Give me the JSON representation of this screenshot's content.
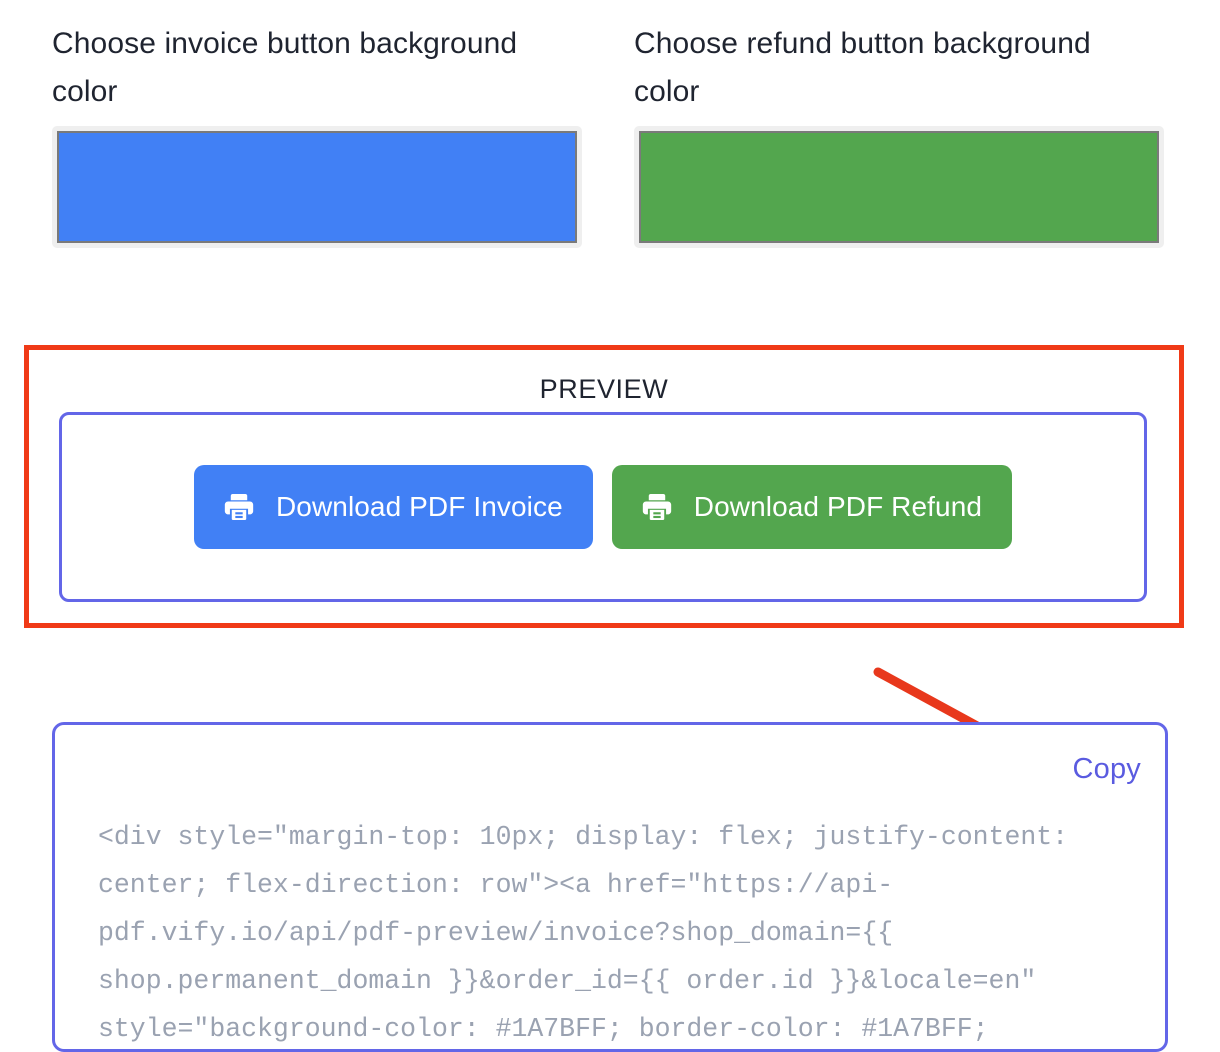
{
  "pickers": [
    {
      "label": "Choose invoice button background color",
      "swatch_color": "#4180F5",
      "frame_color": "#EFEFEF",
      "swatch_border": "#7A7A7A"
    },
    {
      "label": "Choose refund button background color",
      "swatch_color": "#53A64E",
      "frame_color": "#EFEFEF",
      "swatch_border": "#7A7A7A"
    }
  ],
  "preview": {
    "title": "PREVIEW",
    "highlight_color": "#F03A17",
    "panel_border_color": "#6366E8",
    "buttons": [
      {
        "label": "Download PDF Invoice",
        "icon": "printer-icon",
        "background": "#4180F5"
      },
      {
        "label": "Download PDF Refund",
        "icon": "printer-icon",
        "background": "#53A64E"
      }
    ]
  },
  "annotation": {
    "arrow_color": "#E8381C"
  },
  "code_block": {
    "copy_label": "Copy",
    "copy_color": "#5A5BE0",
    "border_color": "#6366E8",
    "text_color": "#9AA2B1",
    "snippet": "<div style=\"margin-top: 10px; display: flex; justify-content: center; flex-direction: row\"><a href=\"https://api-pdf.vify.io/api/pdf-preview/invoice?shop_domain={{ shop.permanent_domain }}&order_id={{ order.id }}&locale=en\" style=\"background-color: #1A7BFF; border-color: #1A7BFF;"
  }
}
